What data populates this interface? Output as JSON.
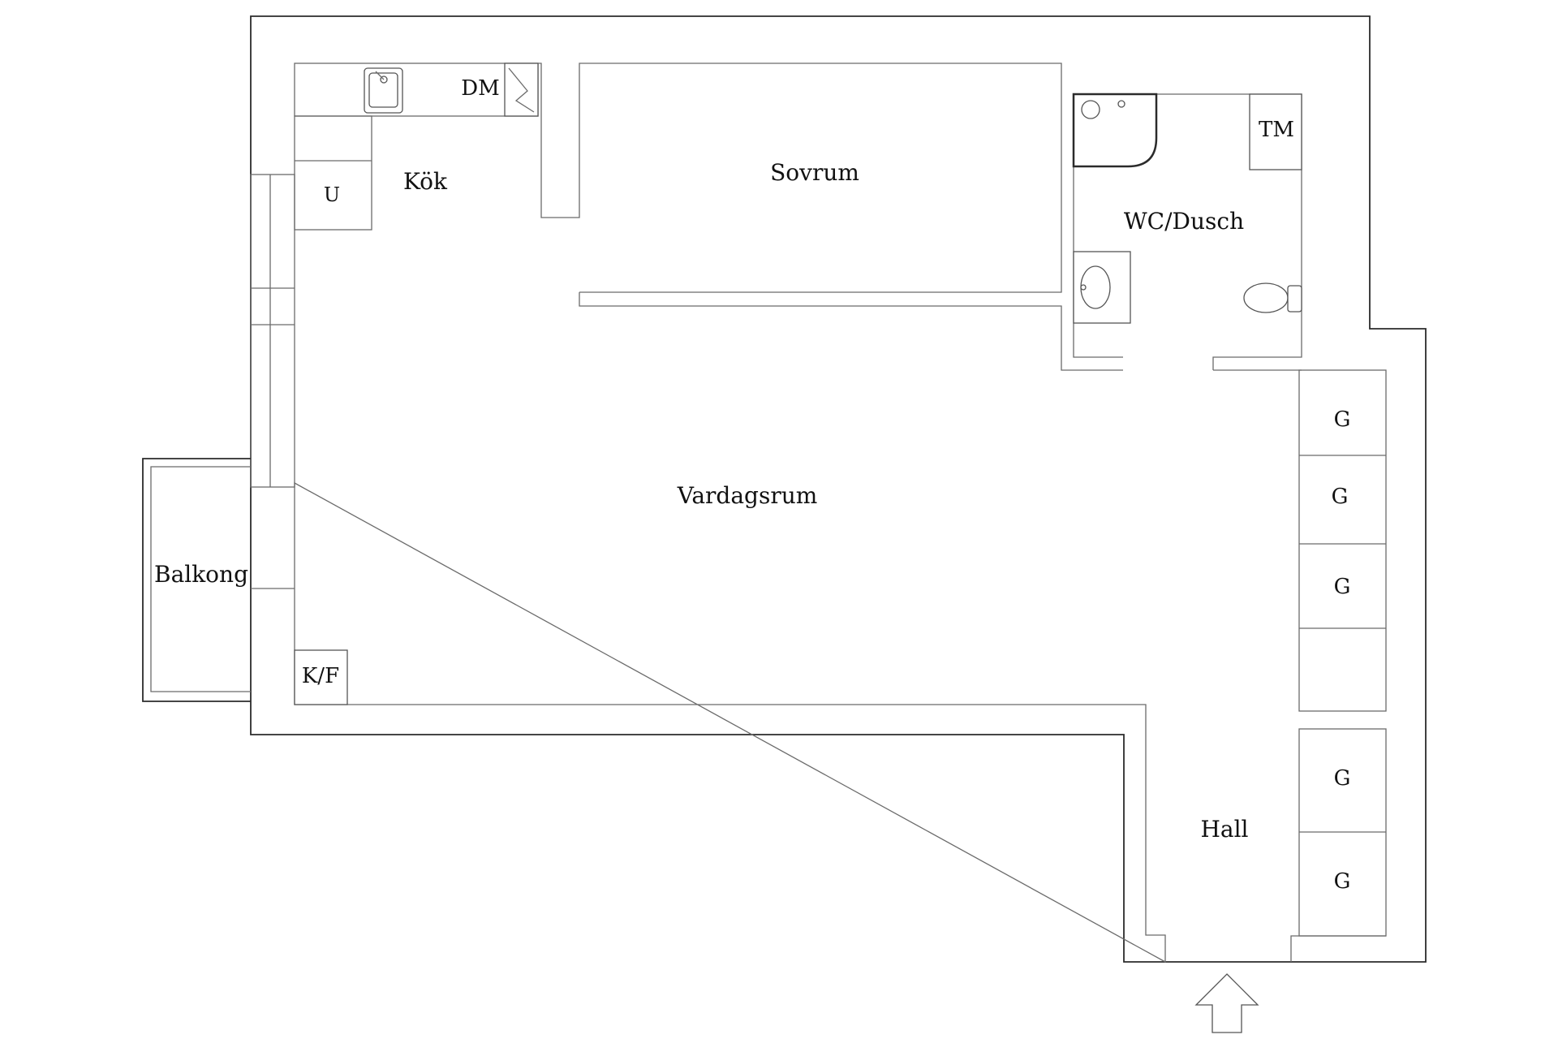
{
  "rooms": {
    "kitchen": "Kök",
    "bedroom": "Sovrum",
    "bathroom": "WC/Dusch",
    "living_room": "Vardagsrum",
    "balcony": "Balkong",
    "hall": "Hall"
  },
  "appliances": {
    "dishwasher": "DM",
    "oven": "U",
    "fridge_freezer": "K/F",
    "washer": "TM"
  },
  "wardrobes": [
    "G",
    "G",
    "G",
    "G",
    "G"
  ],
  "entrance": {
    "icon": "entrance-arrow-icon"
  }
}
